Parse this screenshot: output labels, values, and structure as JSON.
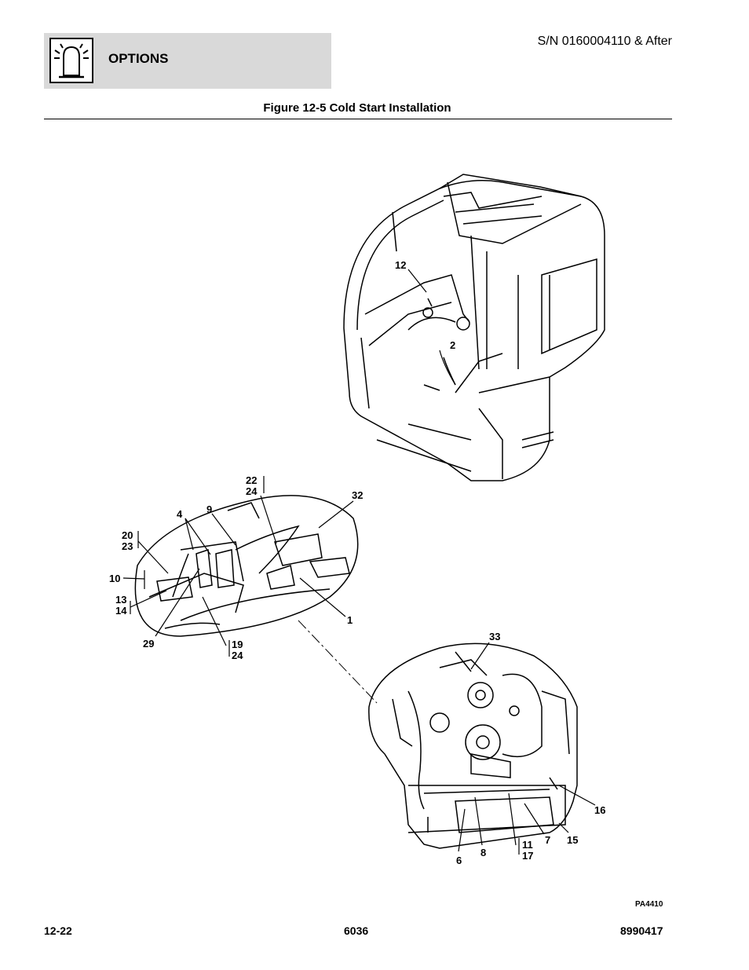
{
  "header": {
    "section_title": "OPTIONS",
    "serial": "S/N 0160004110 & After",
    "figure_title": "Figure 12-5 Cold Start Installation"
  },
  "callouts": {
    "c12": "12",
    "c2": "2",
    "c22": "22",
    "c24a": "24",
    "c32": "32",
    "c4": "4",
    "c9": "9",
    "c20": "20",
    "c23": "23",
    "c10": "10",
    "c13": "13",
    "c14": "14",
    "c1": "1",
    "c29": "29",
    "c19": "19",
    "c24b": "24",
    "c33": "33",
    "c16": "16",
    "c15": "15",
    "c7": "7",
    "c11": "11",
    "c17": "17",
    "c8": "8",
    "c6": "6"
  },
  "figure_id": "PA4410",
  "footer": {
    "page": "12-22",
    "model": "6036",
    "doc": "8990417"
  }
}
